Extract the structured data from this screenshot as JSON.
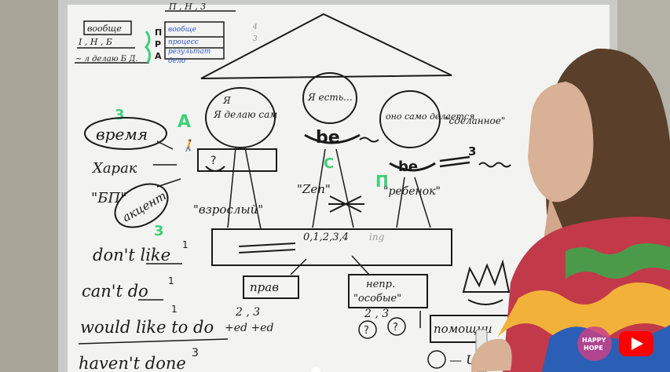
{
  "scene": {
    "colors": {
      "wall": "#b4b1a7",
      "board": "#f3f4f2",
      "frame": "#c9cbc8",
      "ink": "#1a1a1a",
      "blue": "#2f55c9",
      "green": "#3fcf7a",
      "skin": "#d9b196",
      "hair": "#5a3f2b",
      "youtube_red": "#ff0000"
    }
  },
  "board": {
    "top_table": {
      "row1": "вообще",
      "timeline": "I , Н , Б",
      "letters": [
        "П",
        "Р",
        "А"
      ],
      "words": [
        "вообще",
        "процесс",
        "результат",
        "дело"
      ],
      "top_numbers": "П , Н , 3",
      "note": "~ л делаю Б Д.",
      "arrows": [
        "4",
        "3"
      ]
    },
    "figures": {
      "adult": {
        "bubble": "Я делаю сам",
        "label": "\"взрослый\"",
        "box_sign": "?"
      },
      "zen": {
        "bubble": "Я есть...",
        "word": "be",
        "letter": "С",
        "label": "\"Zen\""
      },
      "child": {
        "bubble": "оно само делается",
        "word": "be",
        "letter": "П",
        "label": "\"ребенок\"",
        "quote": "\"сделанное\"",
        "number": "3"
      }
    },
    "left_notes": {
      "number_top": "3",
      "time": "время",
      "letter_a": "А",
      "char": "Харак",
      "bp": "\"БП\"",
      "accent": "акцент",
      "number_bottom": "3"
    },
    "bottom_box": {
      "numbers": "0,1,2,3,4",
      "suffix": "ing"
    },
    "prav": "прав",
    "neprav": [
      "непр.",
      "\"особые\""
    ],
    "forms": {
      "nums": "2 , 3",
      "ed": "+ed   +ed",
      "nums2": "2 , 3",
      "circles": [
        "?",
        "?"
      ]
    },
    "phrases": [
      "don't like",
      "can't do",
      "would like to do",
      "haven't done"
    ],
    "phrase_marks": [
      "1",
      "1",
      "1",
      "3"
    ],
    "help_box": "помощни",
    "help_bottom": "— UI"
  },
  "overlay": {
    "brand": [
      "HAPPY",
      "HOPE"
    ],
    "play_label": "YouTube"
  }
}
